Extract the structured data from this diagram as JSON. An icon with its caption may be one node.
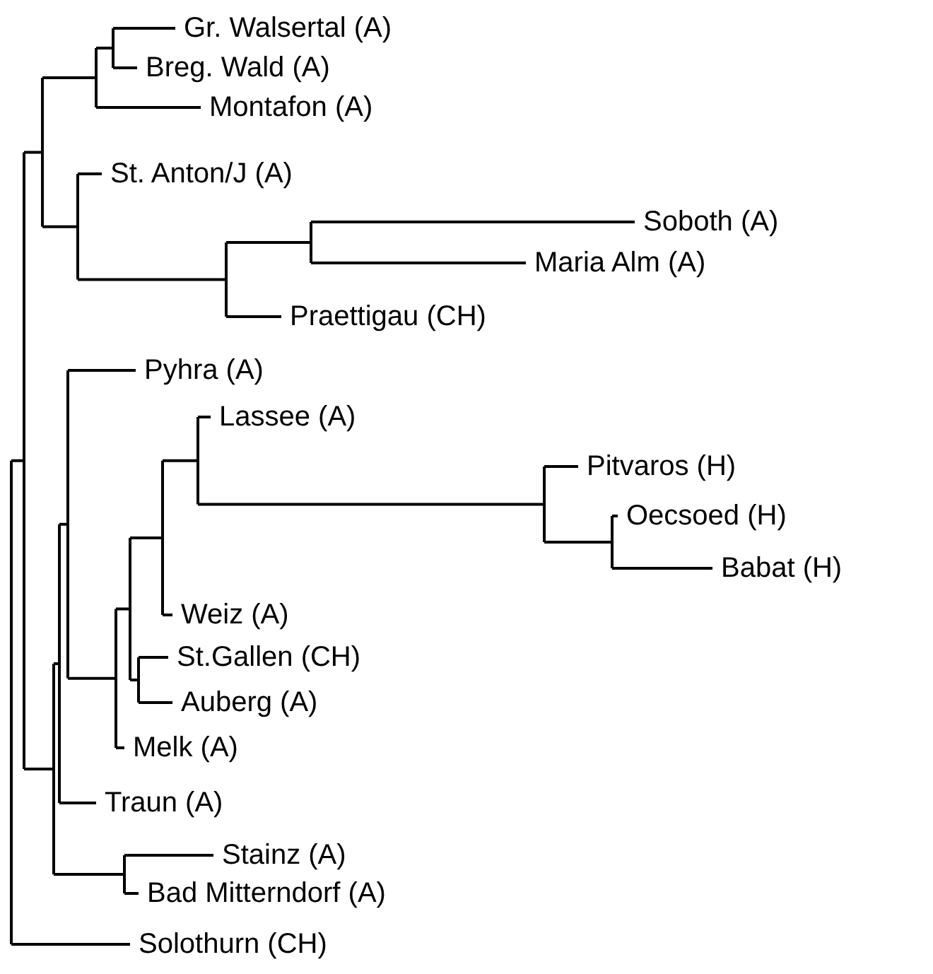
{
  "diagram": {
    "labels": [
      "Gr. Walsertal (A)",
      "Breg. Wald (A)",
      "Montafon (A)",
      "St. Anton/J (A)",
      "Soboth (A)",
      "Maria Alm (A)",
      "Praettigau (CH)",
      "Pyhra (A)",
      "Lassee (A)",
      "Pitvaros (H)",
      "Oecsoed (H)",
      "Babat (H)",
      "Weiz (A)",
      "St.Gallen (CH)",
      "Auberg (A)",
      "Melk (A)",
      "Traun (A)",
      "Stainz (A)",
      "Bad Mitterndorf (A)",
      "Solothurn (CH)"
    ]
  }
}
